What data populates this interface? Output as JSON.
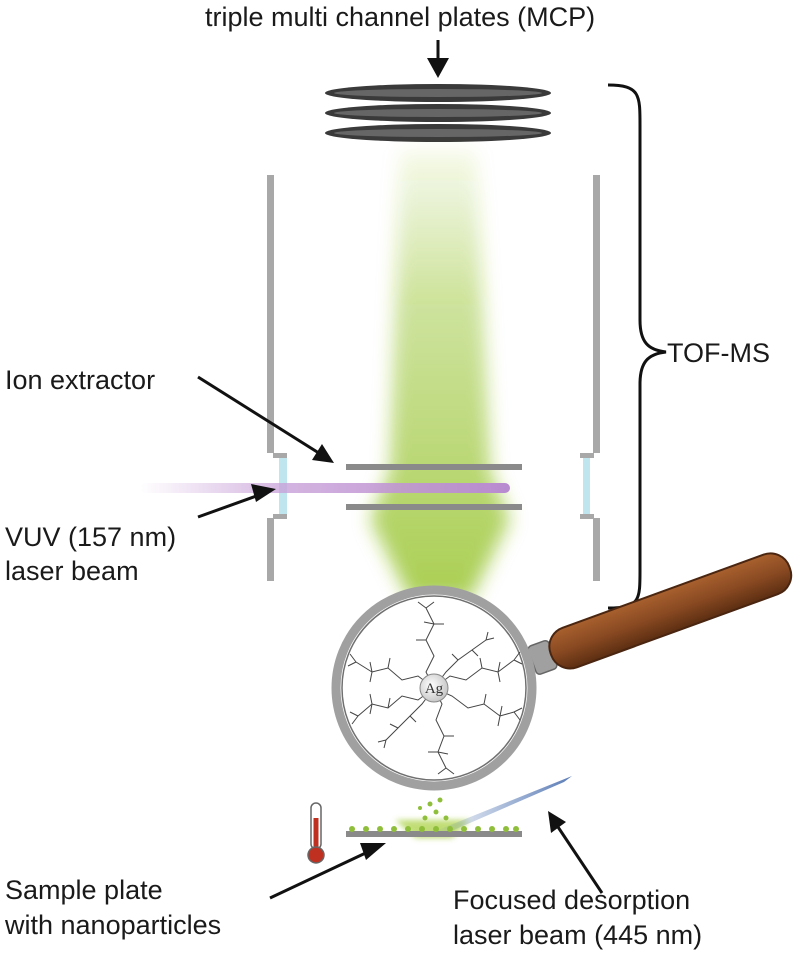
{
  "labels": {
    "mcp": "triple multi channel plates (MCP)",
    "tof": "TOF-MS",
    "ion_extractor": "Ion extractor",
    "vuv_line1": "VUV (157 nm)",
    "vuv_line2": "laser beam",
    "sample_line1": "Sample plate",
    "sample_line2": "with nanoparticles",
    "focused_line1": "Focused desorption",
    "focused_line2": "laser beam (445 nm)",
    "ag": "Ag"
  },
  "colors": {
    "ion_plume": "#8fbf1f",
    "vuv_beam": "#c8a0d8",
    "desorption_beam": "#4a6fb0",
    "magnifier_handle": "#8a4a22",
    "thermometer": "#c03020",
    "electrode": "#a8a8a8",
    "window": "#bfe6ef"
  },
  "icons": {
    "magnifier": "magnifying-glass-icon",
    "thermometer": "thermometer-icon"
  }
}
